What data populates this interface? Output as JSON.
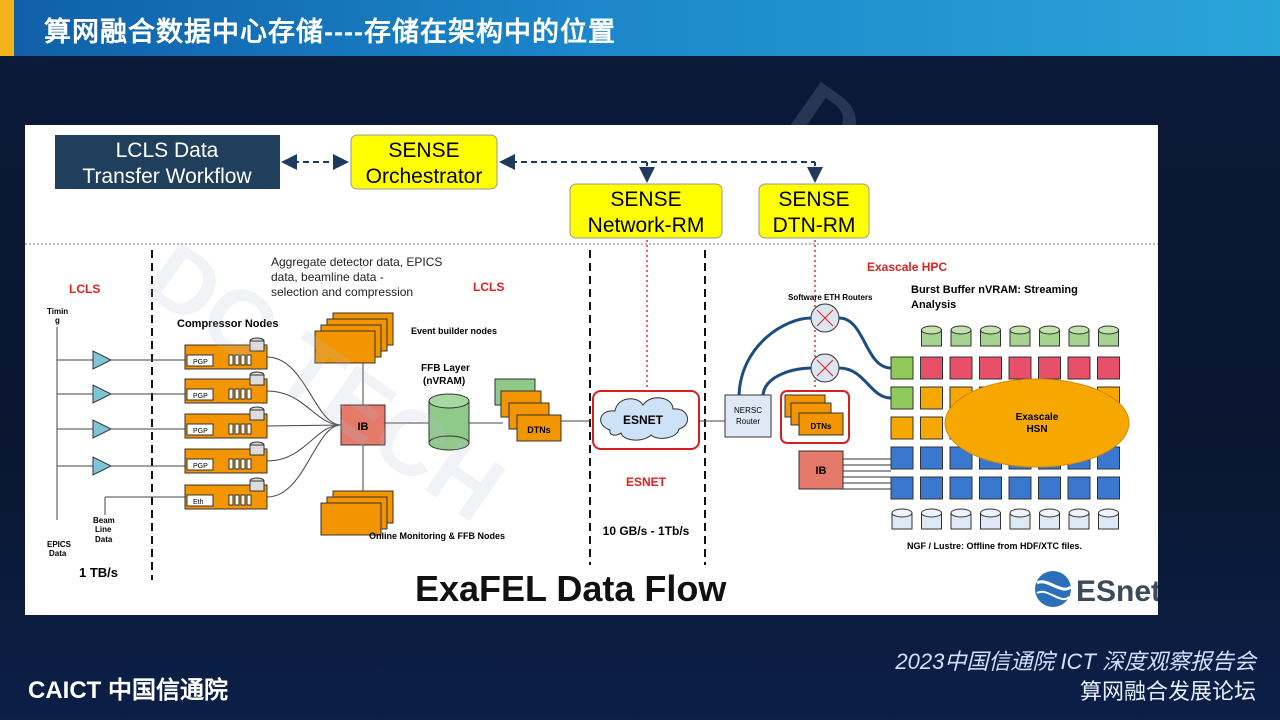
{
  "header": {
    "title": "算网融合数据中心存储----存储在架构中的位置"
  },
  "watermark": {
    "text": "DC TECH"
  },
  "diagram": {
    "workflow_box": [
      "LCLS Data",
      "Transfer Workflow"
    ],
    "orchestrator": [
      "SENSE",
      "Orchestrator"
    ],
    "network_rm": [
      "SENSE",
      "Network-RM"
    ],
    "dtn_rm": [
      "SENSE",
      "DTN-RM"
    ],
    "lcls_left": "LCLS",
    "lcls_mid": "LCLS",
    "aggregate_note": [
      "Aggregate detector data, EPICS",
      "data, beamline data -",
      "selection and compression"
    ],
    "timing": [
      "Timin",
      "g"
    ],
    "compressor_nodes": "Compressor  Nodes",
    "pgp": "PGP",
    "eth": "Eth",
    "event_builder": "Event builder nodes",
    "ffb_layer": [
      "FFB Layer",
      "(nVRAM)"
    ],
    "ib": "IB",
    "dtns": "DTNs",
    "online_monitoring": "Online Monitoring & FFB Nodes",
    "epics": [
      "EPICS",
      "Data"
    ],
    "beamline": [
      "Beam",
      "Line",
      "Data"
    ],
    "rate_left": "1 TB/s",
    "esnet_cloud": "ESNET",
    "esnet_label": "ESNET",
    "rate_mid": "10 GB/s - 1Tb/s",
    "exascale_hpc": "Exascale HPC",
    "software_routers": "Software ETH Routers",
    "burst_buffer": [
      "Burst Buffer nVRAM: Streaming",
      "Analysis"
    ],
    "nersc_router": [
      "NERSC",
      "Router"
    ],
    "exascale_hsn": [
      "Exascale",
      "HSN"
    ],
    "ngf": "NGF / Lustre: Offline from HDF/XTC files.",
    "flow_title": "ExaFEL Data Flow",
    "esnet_logo": "ESnet"
  },
  "footer": {
    "caict": "CAICT 中国信通院",
    "report": "2023中国信通院 ICT 深度观察报告会",
    "forum": "算网融合发展论坛"
  }
}
